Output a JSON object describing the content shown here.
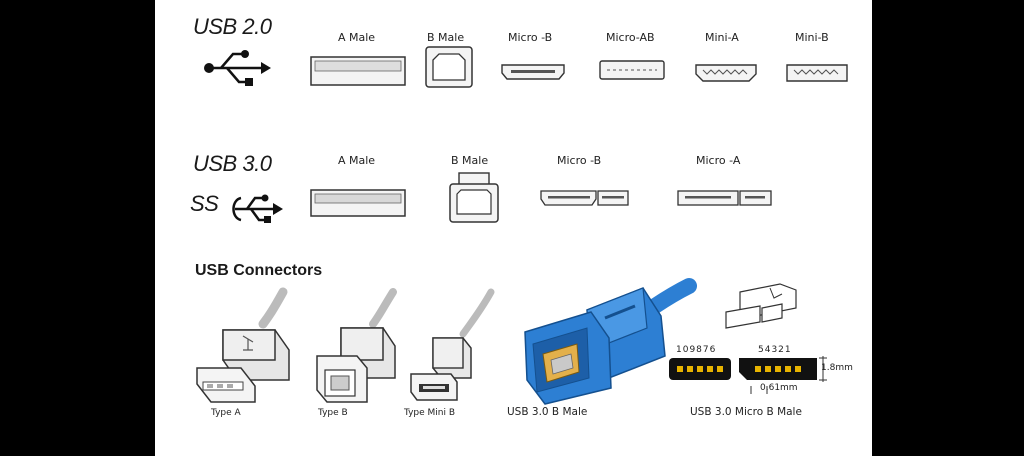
{
  "usb2": {
    "title": "USB 2.0",
    "connectors": [
      "A Male",
      "B Male",
      "Micro -B",
      "Micro-AB",
      "Mini-A",
      "Mini-B"
    ]
  },
  "usb3": {
    "title": "USB 3.0",
    "ss_logo": "SS",
    "connectors": [
      "A Male",
      "B Male",
      "Micro -B",
      "Micro -A"
    ]
  },
  "section": {
    "heading": "USB Connectors",
    "captions": [
      "Type A",
      "Type B",
      "Type Mini B",
      "USB 3.0 B Male",
      "USB 3.0 Micro B Male"
    ]
  },
  "pinout": {
    "left_pins": "109876",
    "right_pins": "54321",
    "height_dim": "1.8mm",
    "width_dim": "0.61mm"
  },
  "colors": {
    "frame": "#000000",
    "panel": "#ffffff",
    "connector_blue": "#2d7fd3",
    "pin_gold": "#e8b400"
  }
}
